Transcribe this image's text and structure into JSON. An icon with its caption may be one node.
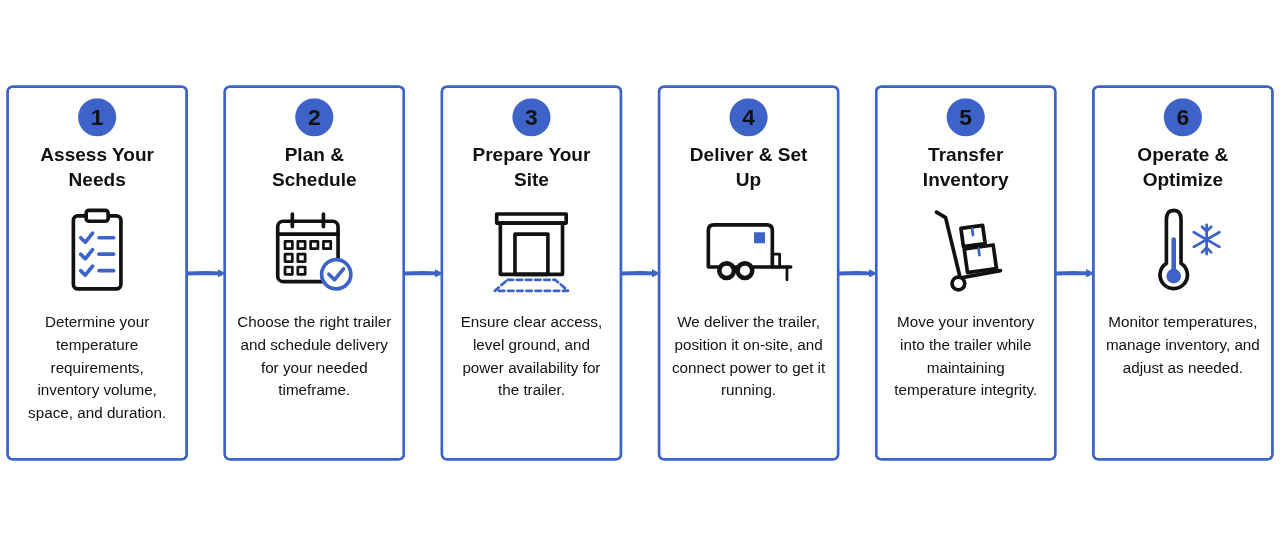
{
  "diagram": {
    "nodes": [
      {
        "text": [
          "1",
          "Assess Your Needs",
          "Determine your temperature requirements, inventory volume, space, and duration."
        ]
      },
      {
        "text": [
          "2",
          "Plan & Schedule",
          "Choose the right trailer and schedule delivery for your needed timeframe."
        ]
      },
      {
        "text": [
          "3",
          "Prepare Your Site",
          "Ensure clear access, level ground, and power availability for the trailer."
        ]
      },
      {
        "text": [
          "4",
          "Deliver & Set Up",
          "We deliver the trailer, position it on-site, and connect power to get it running."
        ]
      },
      {
        "text": [
          "5",
          "Transfer Inventory",
          "Move your inventory into the trailer while maintaining temperature integrity."
        ]
      },
      {
        "text": [
          "6",
          "Operate & Optimize",
          "Monitor temperatures, manage inventory, and adjust as needed."
        ]
      }
    ],
    "edges": [
      {
        "from": 0,
        "to": 1,
        "arrow": "to"
      },
      {
        "from": 1,
        "to": 2,
        "arrow": "to"
      },
      {
        "from": 2,
        "to": 3,
        "arrow": "to"
      },
      {
        "from": 3,
        "to": 4,
        "arrow": "to"
      },
      {
        "from": 4,
        "to": 5,
        "arrow": "to"
      }
    ]
  }
}
